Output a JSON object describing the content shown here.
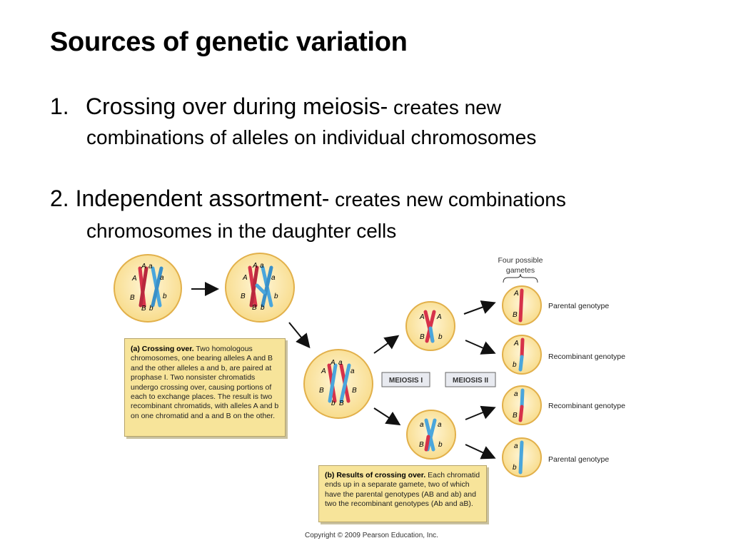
{
  "slide": {
    "title": "Sources of genetic variation",
    "item1_number": "1.",
    "item1_lead": "Crossing over during meiosis-",
    "item1_rest": " creates new",
    "item1_cont": "combinations of alleles on individual chromosomes",
    "item2_lead": "2. Independent assortment-",
    "item2_rest": " creates new combinations",
    "item2_cont": "chromosomes in the daughter cells"
  },
  "figure": {
    "gametes_header_line1": "Four possible",
    "gametes_header_line2": "gametes",
    "meiosis1_label": "MEIOSIS I",
    "meiosis2_label": "MEIOSIS II",
    "gamete_labels": [
      "Parental genotype",
      "Recombinant genotype",
      "Recombinant genotype",
      "Parental genotype"
    ],
    "caption_a_lead": "(a) Crossing over.",
    "caption_a_text": " Two homologous chromosomes, one bearing alleles A and B and the other alleles a and b, are paired at prophase I. Two nonsister chromatids undergo crossing over, causing portions of each to exchange places. The result is two recombinant chromatids, with alleles A and b on one chromatid and a and B on the other.",
    "caption_b_lead": "(b) Results of crossing over.",
    "caption_b_text": " Each chromatid ends up in a separate gamete, two of which have the parental genotypes (AB and ab) and two the recombinant genotypes (Ab and aB).",
    "copyright": "Copyright © 2009 Pearson Education, Inc.",
    "colors": {
      "red_chromosome": "#d6324a",
      "blue_chromosome": "#4aa6dc",
      "cell_fill": "#fbe6a8",
      "cell_border": "#e2b04a",
      "caption_bg": "#f7e49a"
    }
  }
}
